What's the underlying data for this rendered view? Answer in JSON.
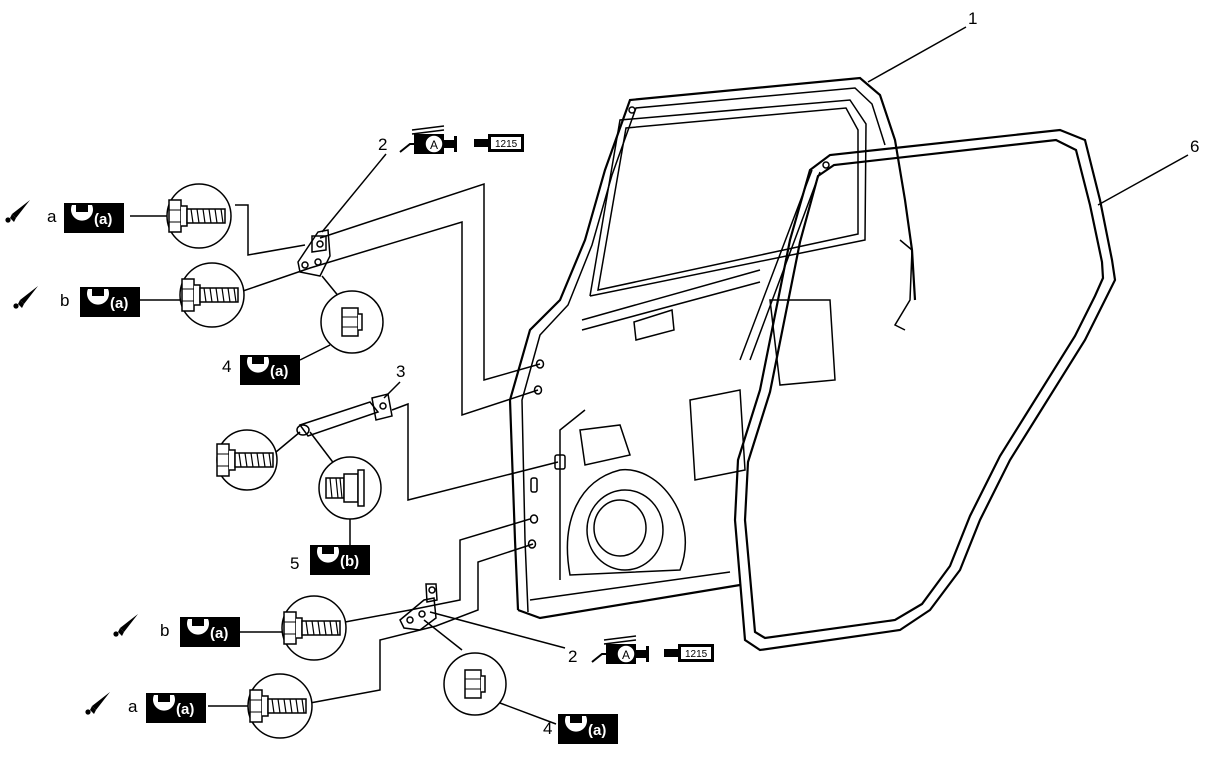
{
  "callouts": {
    "door": "1",
    "hinge_upper": "2",
    "hinge_lower": "2",
    "check_link": "3",
    "hinge_nut_upper": "4",
    "hinge_nut_lower": "4",
    "check_nut": "5",
    "weatherstrip": "6"
  },
  "letters": {
    "upper_a": "a",
    "upper_b": "b",
    "lower_b": "b",
    "lower_a": "a"
  },
  "torque": {
    "a": "(a)",
    "b": "(b)"
  },
  "bond_code": "1215",
  "sealant_mark": "A",
  "colors": {
    "ink": "#000000",
    "background": "#ffffff"
  }
}
